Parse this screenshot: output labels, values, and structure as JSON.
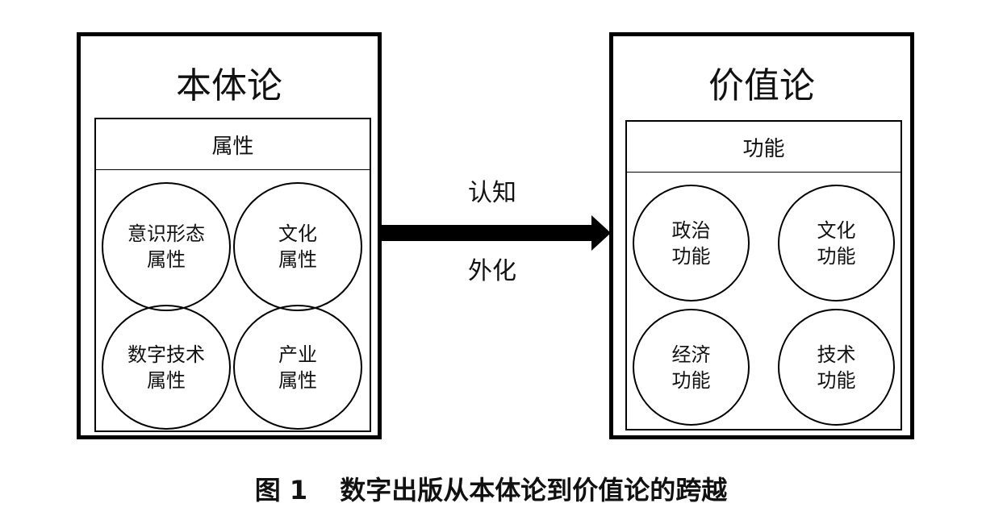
{
  "left_panel": {
    "title": "本体论",
    "header": "属性",
    "circles": [
      "意识形态\n属性",
      "文化\n属性",
      "数字技术\n属性",
      "产业\n属性"
    ]
  },
  "right_panel": {
    "title": "价值论",
    "header": "功能",
    "circles": [
      "政治\n功能",
      "文化\n功能",
      "经济\n功能",
      "技术\n功能"
    ]
  },
  "arrow": {
    "top_label": "认知",
    "bottom_label": "外化"
  },
  "caption": {
    "number": "图 1",
    "text": "数字出版从本体论到价值论的跨越"
  }
}
